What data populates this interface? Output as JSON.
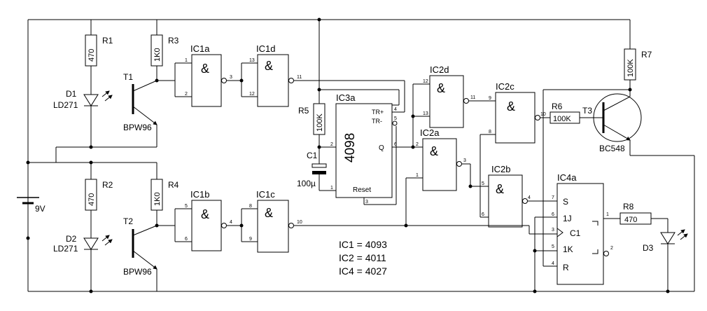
{
  "components": {
    "R1": {
      "ref": "R1",
      "value": "470"
    },
    "R2": {
      "ref": "R2",
      "value": "470"
    },
    "R3": {
      "ref": "R3",
      "value": "1K0"
    },
    "R4": {
      "ref": "R4",
      "value": "1K0"
    },
    "R5": {
      "ref": "R5",
      "value": "100K"
    },
    "R6": {
      "ref": "R6",
      "value": "100K"
    },
    "R7": {
      "ref": "R7",
      "value": "100K"
    },
    "R8": {
      "ref": "R8",
      "value": "470"
    },
    "C1": {
      "ref": "C1",
      "value": "100µ"
    },
    "D1": {
      "ref": "D1",
      "part": "LD271"
    },
    "D2": {
      "ref": "D2",
      "part": "LD271"
    },
    "D3": {
      "ref": "D3"
    },
    "T1": {
      "ref": "T1",
      "part": "BPW96"
    },
    "T2": {
      "ref": "T2",
      "part": "BPW96"
    },
    "T3": {
      "ref": "T3",
      "part": "BC548"
    },
    "battery": {
      "value": "9V"
    }
  },
  "gates": {
    "IC1a": {
      "ref": "IC1a",
      "symbol": "&",
      "pins": [
        "1",
        "2",
        "3"
      ]
    },
    "IC1b": {
      "ref": "IC1b",
      "symbol": "&",
      "pins": [
        "5",
        "6",
        "4"
      ]
    },
    "IC1c": {
      "ref": "IC1c",
      "symbol": "&",
      "pins": [
        "8",
        "9",
        "10"
      ]
    },
    "IC1d": {
      "ref": "IC1d",
      "symbol": "&",
      "pins": [
        "13",
        "12",
        "11"
      ]
    },
    "IC2a": {
      "ref": "IC2a",
      "symbol": "&",
      "pins": [
        "2",
        "1",
        "3"
      ]
    },
    "IC2b": {
      "ref": "IC2b",
      "symbol": "&",
      "pins": [
        "5",
        "6",
        "4"
      ]
    },
    "IC2c": {
      "ref": "IC2c",
      "symbol": "&",
      "pins": [
        "9",
        "8",
        "10"
      ]
    },
    "IC2d": {
      "ref": "IC2d",
      "symbol": "&",
      "pins": [
        "12",
        "13",
        "11"
      ]
    }
  },
  "ic3a": {
    "ref": "IC3a",
    "part": "4098",
    "trplus": "TR+",
    "trminus": "TR-",
    "q": "Q",
    "reset": "Reset",
    "pins": [
      "4",
      "5",
      "6",
      "2",
      "1",
      "3"
    ]
  },
  "ic4a": {
    "ref": "IC4a",
    "s": "S",
    "j": "1J",
    "c": "C1",
    "k": "1K",
    "r": "R",
    "pins": [
      "7",
      "6",
      "3",
      "5",
      "4",
      "1",
      "2"
    ]
  },
  "notes": [
    "IC1 = 4093",
    "IC2 = 4011",
    "IC4 = 4027"
  ]
}
